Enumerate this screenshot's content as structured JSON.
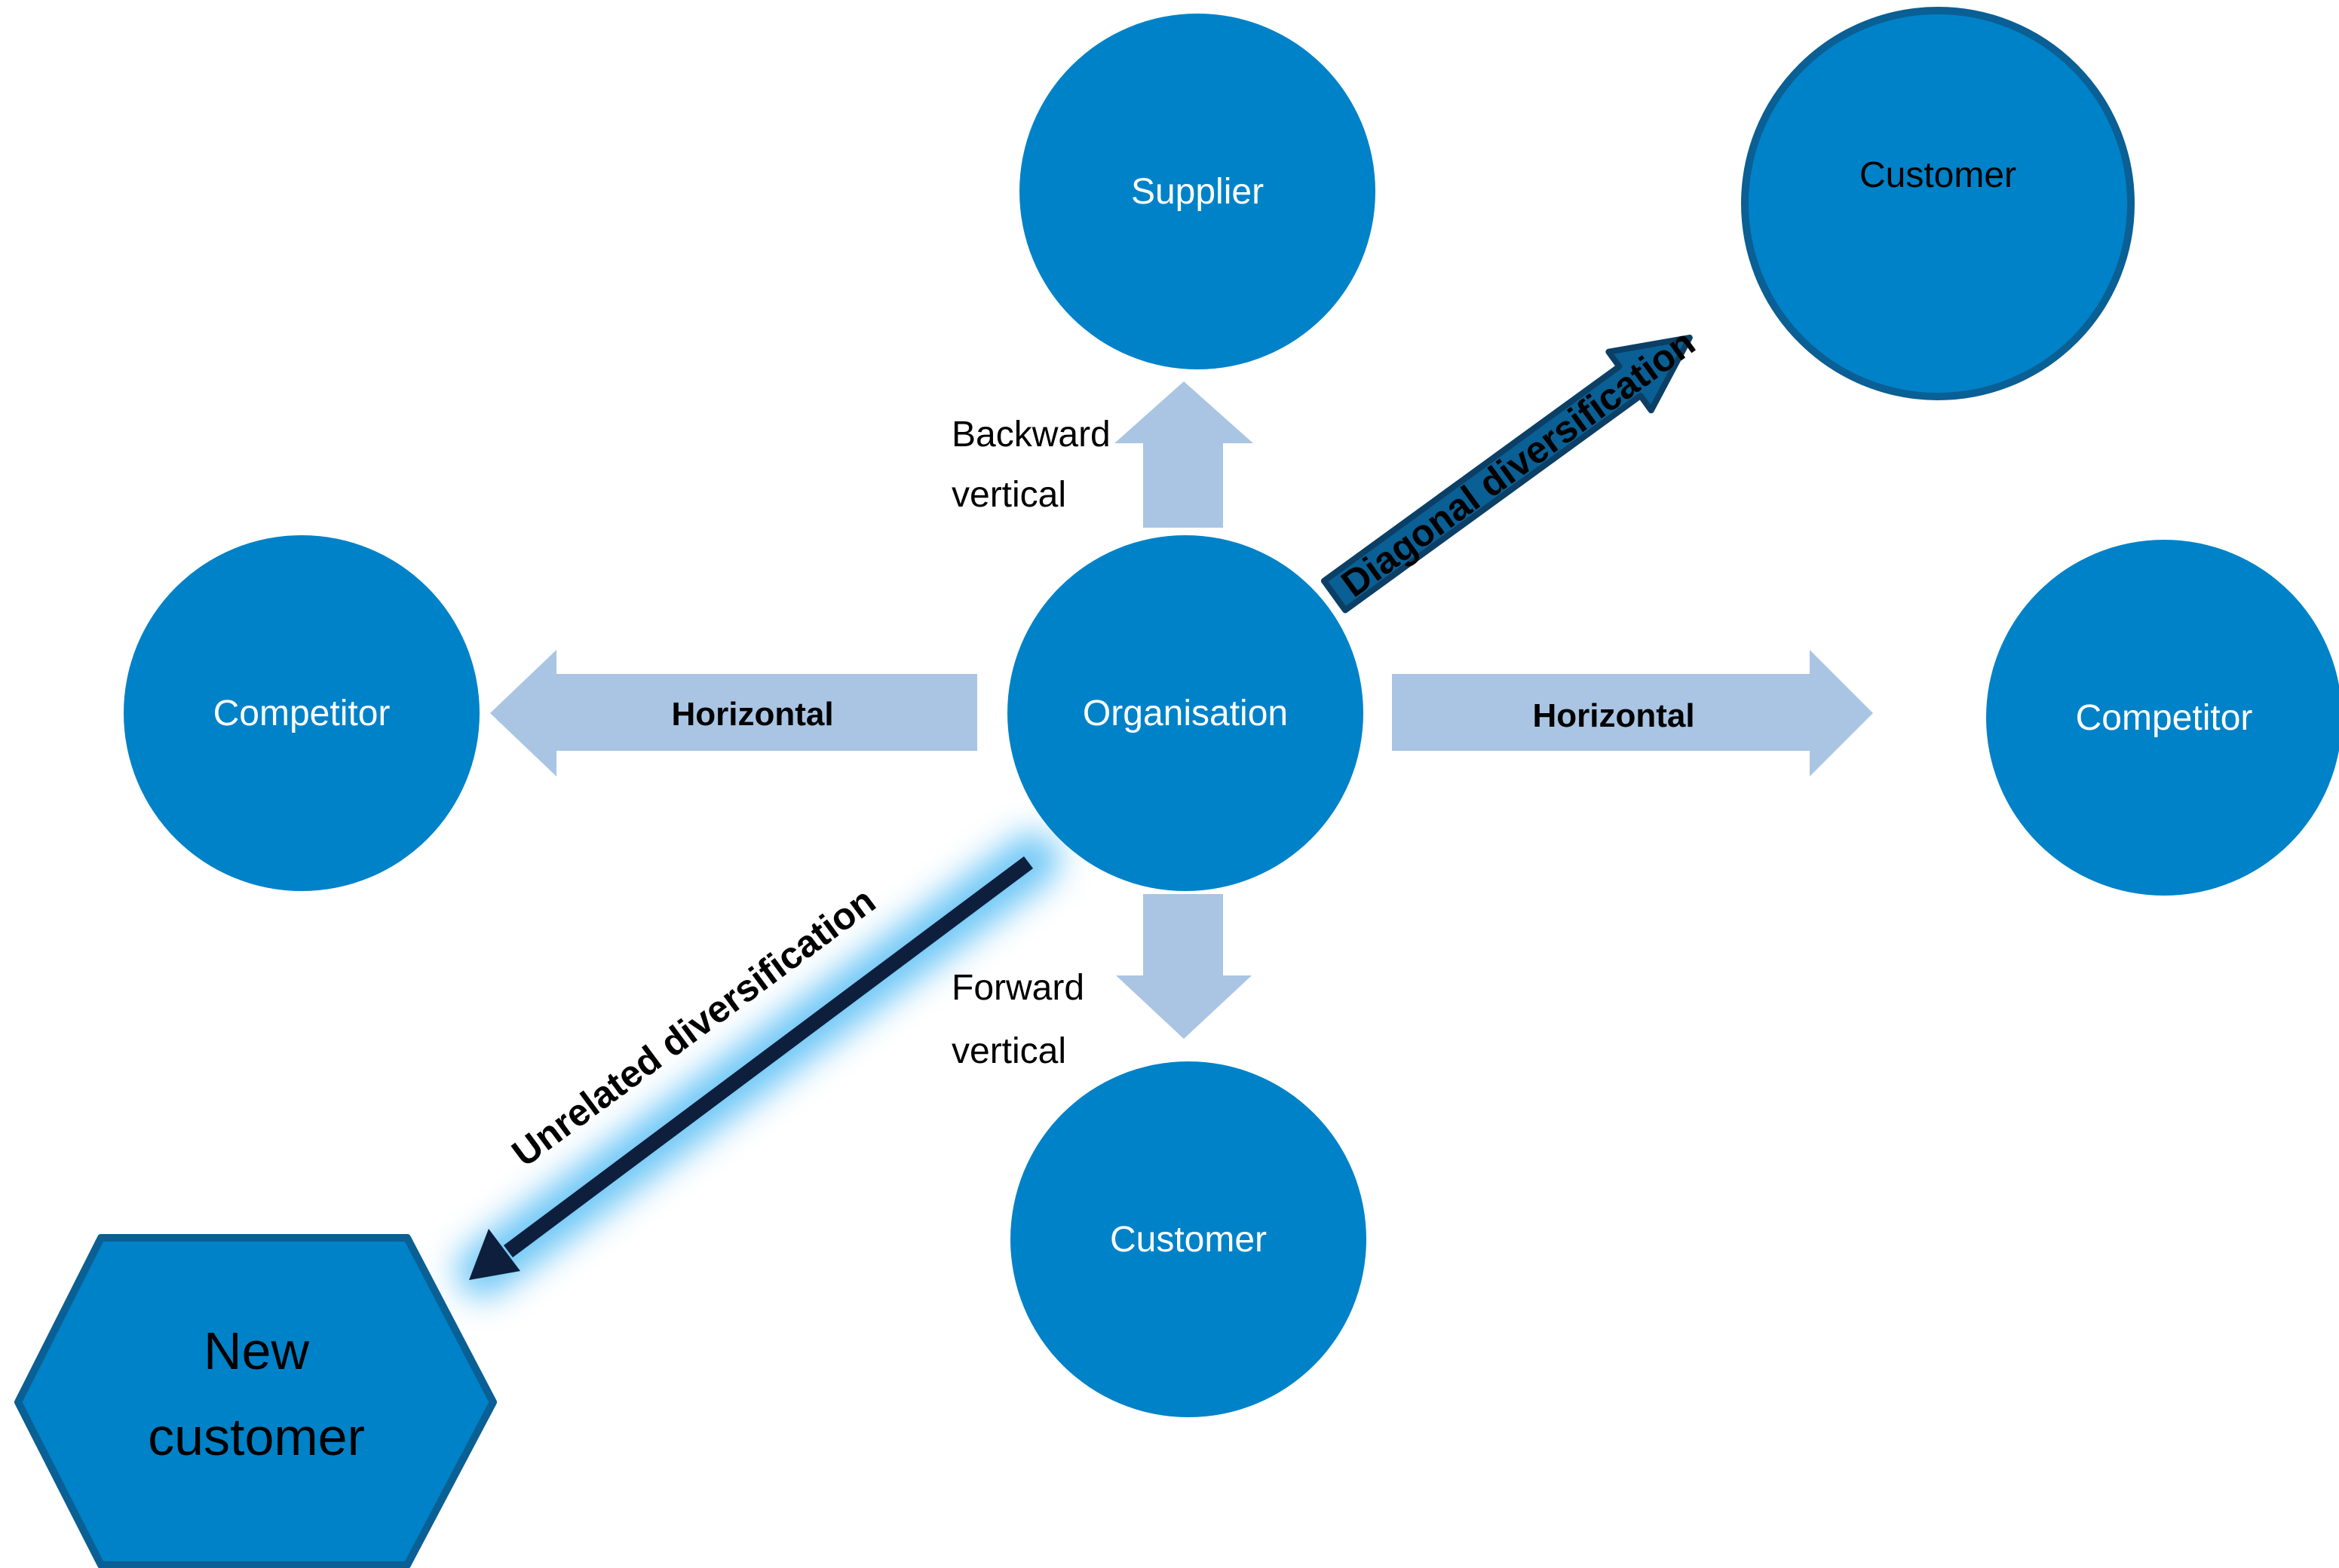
{
  "colors": {
    "node_fill": "#0082c8",
    "node_stroke": "#0a5f94",
    "light_arrow": "#a9c5e3",
    "dark_arrow": "#0a5f94",
    "unrelated_arrow": "#0d1f3c",
    "glow": "#5cc0f5"
  },
  "nodes": {
    "supplier": "Supplier",
    "customer_top_right": "Customer",
    "competitor_left": "Competitor",
    "organisation": "Organisation",
    "competitor_right": "Competitor",
    "customer_bottom": "Customer",
    "new_customer_line1": "New",
    "new_customer_line2": "customer"
  },
  "relations": {
    "backward_line1": "Backward",
    "backward_line2": "vertical",
    "forward_line1": "Forward",
    "forward_line2": "vertical",
    "horizontal_left": "Horizontal",
    "horizontal_right": "Horizontal",
    "diagonal": "Diagonal diversification",
    "unrelated": "Unrelated diversification"
  }
}
